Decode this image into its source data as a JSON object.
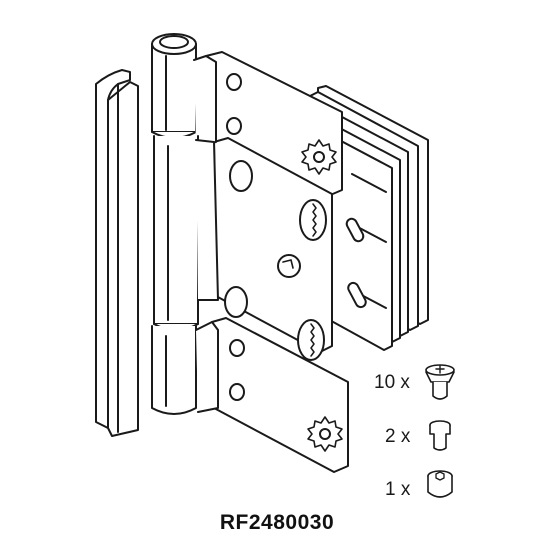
{
  "product": {
    "code": "RF2480030"
  },
  "parts_list": [
    {
      "quantity_label": "10 x",
      "part_icon": "countersunk-screw-icon"
    },
    {
      "quantity_label": "2 x",
      "part_icon": "pin-sleeve-icon"
    },
    {
      "quantity_label": "1 x",
      "part_icon": "hex-socket-bolt-icon"
    }
  ]
}
